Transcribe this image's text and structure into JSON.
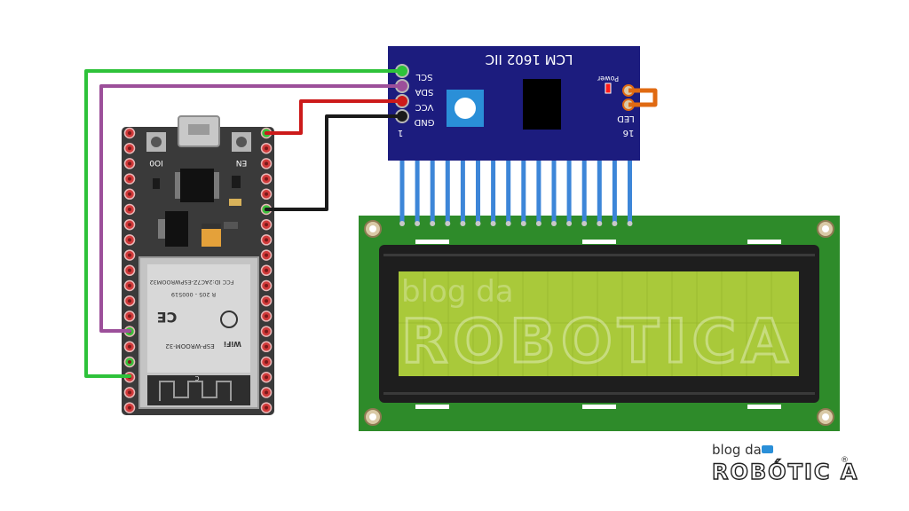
{
  "i2c_module": {
    "title": "LCM 1602 IIC",
    "pins": [
      "SCL",
      "SDA",
      "VCC",
      "GND"
    ],
    "power_label": "Power",
    "led_label": "LED",
    "pin_first": "1",
    "pin_last": "16"
  },
  "esp32": {
    "boot_label": "IO0",
    "en_label": "EN",
    "module_name": "ESP-WROOM-32",
    "fcc_text": "FCC ID:2AC7Z-ESPWROOM32",
    "r_text": "R 205 - 000519",
    "wifi_label": "WiFi",
    "ce_label": "CE",
    "c_label": "C"
  },
  "watermark": {
    "line1": "blog da",
    "line2": "ROBOTICA"
  },
  "logo": {
    "line1": "blog da",
    "line2": "ROBÓTIC A",
    "reg": "®"
  },
  "colors": {
    "wire_green": "#2ec23a",
    "wire_purple": "#9c4f9a",
    "wire_red": "#cc1a1a",
    "wire_black": "#1a1a1a",
    "pin_blue": "#3d86d8",
    "lcd_pcb": "#2e8b2a",
    "lcd_screen": "#a9c93a",
    "i2c_pcb": "#1c1c7e",
    "esp_pcb": "#3a3a3a",
    "led_bridge": "#e06a12"
  }
}
